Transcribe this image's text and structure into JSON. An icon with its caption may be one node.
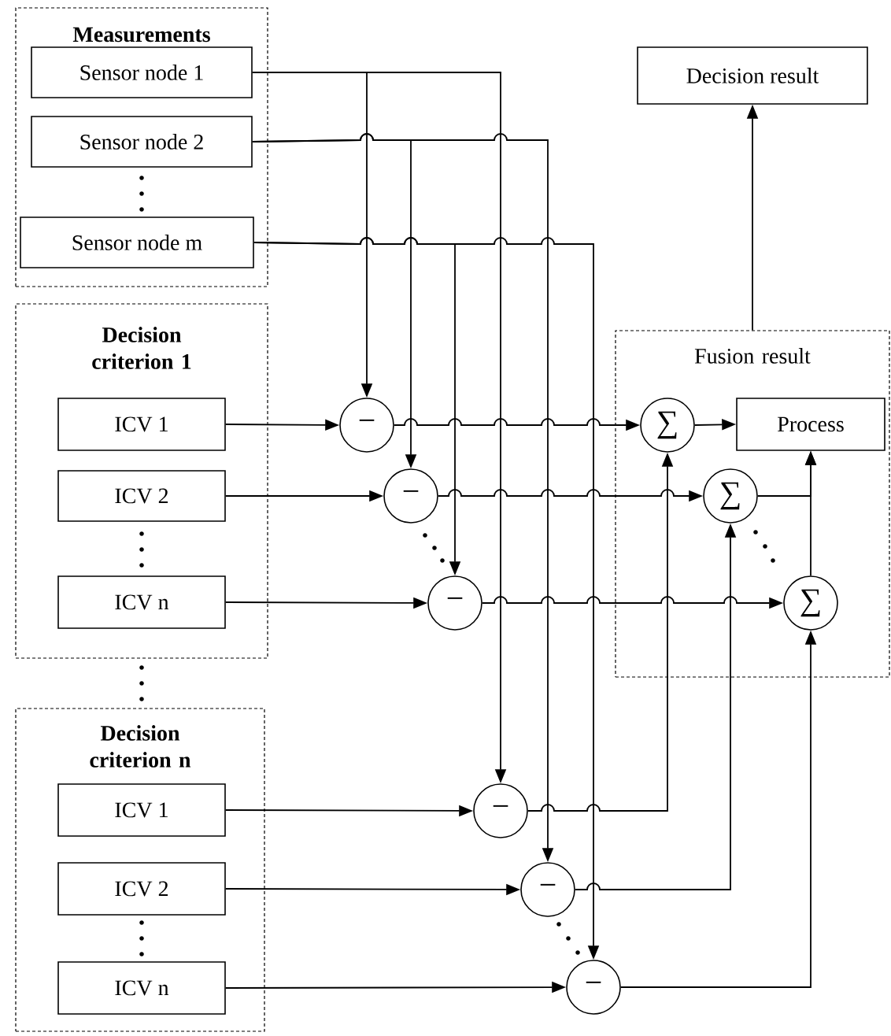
{
  "diagram": {
    "nodes": [
      {
        "text": [
          "Measurements"
        ]
      },
      {
        "text": [
          "Sensor node 1"
        ],
        "in": 0
      },
      {
        "text": [
          "Sensor node 2"
        ],
        "in": 0
      },
      {
        "text": [
          "Sensor node m"
        ],
        "in": 0
      },
      {
        "text": [
          "Decision criterion 1"
        ]
      },
      {
        "text": [
          "ICV 1"
        ],
        "in": 4
      },
      {
        "text": [
          "ICV 2"
        ],
        "in": 4
      },
      {
        "text": [
          "ICV n"
        ],
        "in": 4
      },
      {
        "text": [
          "Decision criterion n"
        ]
      },
      {
        "text": [
          "ICV 1"
        ],
        "in": 8
      },
      {
        "text": [
          "ICV 2"
        ],
        "in": 8
      },
      {
        "text": [
          "ICV n"
        ],
        "in": 8
      },
      {
        "text": [
          "−"
        ]
      },
      {
        "text": [
          "−"
        ]
      },
      {
        "text": [
          "−"
        ]
      },
      {
        "text": [
          "−"
        ]
      },
      {
        "text": [
          "−"
        ]
      },
      {
        "text": [
          "−"
        ]
      },
      {
        "text": [
          "Fusion result"
        ]
      },
      {
        "text": [
          "∑"
        ],
        "in": 18
      },
      {
        "text": [
          "∑"
        ],
        "in": 18
      },
      {
        "text": [
          "∑"
        ],
        "in": 18
      },
      {
        "text": [
          "Process"
        ],
        "in": 18
      },
      {
        "text": [
          "Decision result"
        ]
      }
    ],
    "edges": [
      {
        "from": 1,
        "to": 12,
        "arrow": "to"
      },
      {
        "from": 1,
        "to": 15,
        "arrow": "to"
      },
      {
        "from": 2,
        "to": 13,
        "arrow": "to"
      },
      {
        "from": 2,
        "to": 16,
        "arrow": "to"
      },
      {
        "from": 3,
        "to": 14,
        "arrow": "to"
      },
      {
        "from": 3,
        "to": 17,
        "arrow": "to"
      },
      {
        "from": 5,
        "to": 12,
        "arrow": "to"
      },
      {
        "from": 6,
        "to": 13,
        "arrow": "to"
      },
      {
        "from": 7,
        "to": 14,
        "arrow": "to"
      },
      {
        "from": 9,
        "to": 15,
        "arrow": "to"
      },
      {
        "from": 10,
        "to": 16,
        "arrow": "to"
      },
      {
        "from": 11,
        "to": 17,
        "arrow": "to"
      },
      {
        "from": 12,
        "to": 19,
        "arrow": "to"
      },
      {
        "from": 13,
        "to": 20,
        "arrow": "to"
      },
      {
        "from": 14,
        "to": 21,
        "arrow": "to"
      },
      {
        "from": 15,
        "to": 19,
        "arrow": "to"
      },
      {
        "from": 16,
        "to": 20,
        "arrow": "to"
      },
      {
        "from": 17,
        "to": 21,
        "arrow": "to"
      },
      {
        "from": 19,
        "to": 22,
        "arrow": "to"
      },
      {
        "from": 20,
        "to": 22,
        "arrow": "to"
      },
      {
        "from": 21,
        "to": 22,
        "arrow": "to"
      },
      {
        "from": 18,
        "to": 23,
        "arrow": "to"
      }
    ]
  }
}
